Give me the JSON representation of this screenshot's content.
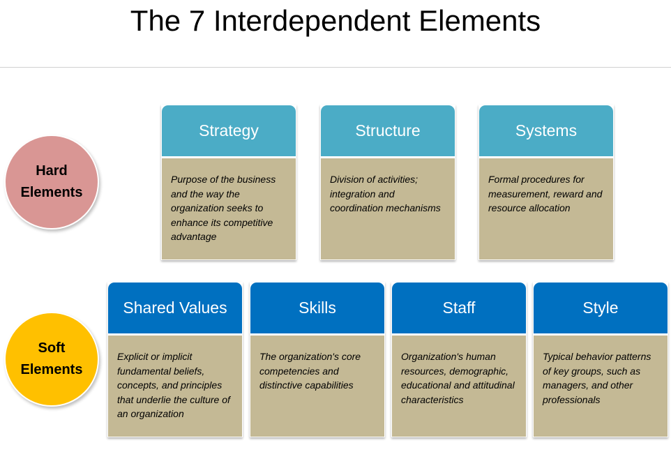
{
  "title": "The 7 Interdependent Elements",
  "groups": {
    "hard": {
      "label": "Hard Elements",
      "color": "#d99694"
    },
    "soft": {
      "label": "Soft Elements",
      "color": "#ffc000"
    }
  },
  "hard_elements": [
    {
      "name": "Strategy",
      "description": "Purpose of the business and the way the organization seeks to enhance its competitive advantage"
    },
    {
      "name": "Structure",
      "description": "Division of activities; integration and coordination mechanisms"
    },
    {
      "name": "Systems",
      "description": "Formal procedures for measurement, reward and resource allocation"
    }
  ],
  "soft_elements": [
    {
      "name": "Shared Values",
      "description": "Explicit or implicit fundamental beliefs, concepts, and principles that underlie the culture of an organization"
    },
    {
      "name": "Skills",
      "description": "The organization's core competencies and distinctive capabilities"
    },
    {
      "name": "Staff",
      "description": "Organization's human resources, demographic, educational and attitudinal characteristics"
    },
    {
      "name": "Style",
      "description": "Typical behavior patterns of key groups, such as managers, and other professionals"
    }
  ]
}
